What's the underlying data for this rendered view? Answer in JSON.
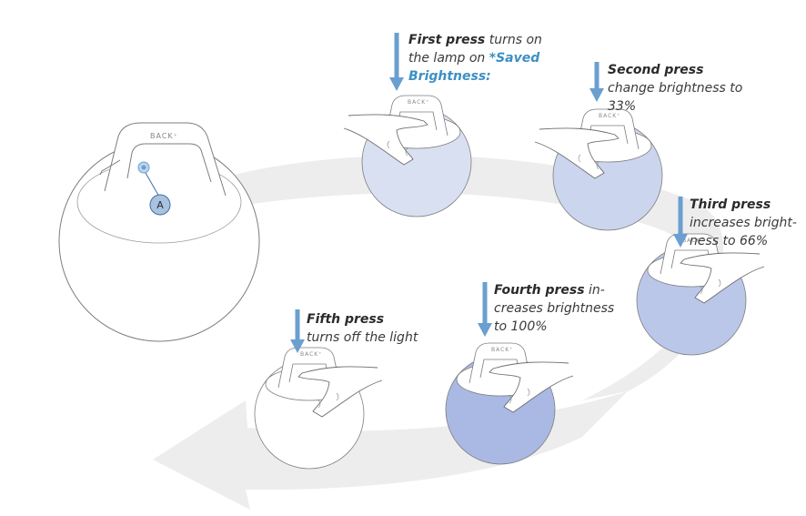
{
  "brand": "BACK",
  "callout": "A",
  "colors": {
    "arrow": "#6a9fd0",
    "arrow_loop": "#ececec",
    "outline": "#7d7d7d",
    "highlight_text": "#3d8fc4"
  },
  "steps": [
    {
      "bold": "First press",
      "text": "turns on the lamp on",
      "highlight": "*Saved Brightness:",
      "level": 0.45
    },
    {
      "bold": "Second press",
      "text": "change brightness to 33%",
      "level": 0.6
    },
    {
      "bold": "Third press",
      "text": "increases bright-ness to 66%",
      "level": 0.8
    },
    {
      "bold": "Fourth press",
      "text": "in-creases brightness to 100%",
      "level": 1.0
    },
    {
      "bold": "Fifth press",
      "text": "turns off the light",
      "level": 0.0
    }
  ]
}
